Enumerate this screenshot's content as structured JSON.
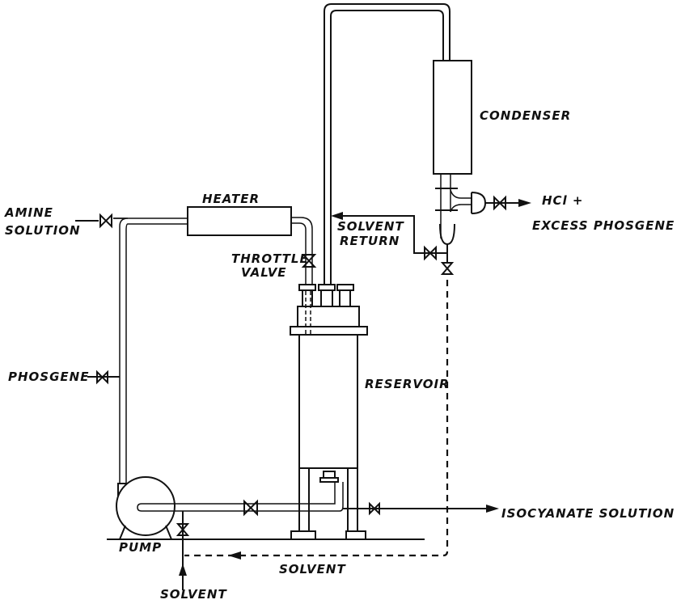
{
  "diagram": {
    "type": "process-flow",
    "labels": {
      "amine_line1": "AMINE",
      "amine_line2": "SOLUTION",
      "heater": "HEATER",
      "throttle_line1": "THROTTLE",
      "throttle_line2": "VALVE",
      "solvent_return_line1": "SOLVENT",
      "solvent_return_line2": "RETURN",
      "condenser": "CONDENSER",
      "hcl_line1": "HCl +",
      "hcl_line2": "EXCESS PHOSGENE",
      "phosgene": "PHOSGENE",
      "reservoir": "RESERVOIR",
      "pump": "PUMP",
      "isocyanate": "ISOCYANATE SOLUTION",
      "solvent_recycle": "SOLVENT",
      "solvent_feed": "SOLVENT"
    },
    "components": [
      "heater",
      "throttle-valve",
      "condenser",
      "reservoir",
      "pump",
      "gas-separator"
    ],
    "streams": [
      {
        "from": "amine-solution",
        "to": "heater"
      },
      {
        "from": "phosgene",
        "to": "heater-feed-line"
      },
      {
        "from": "heater",
        "to": "reservoir",
        "via": "throttle-valve"
      },
      {
        "from": "reservoir",
        "to": "condenser"
      },
      {
        "from": "condenser",
        "to": "hcl-excess-phosgene"
      },
      {
        "from": "condenser",
        "to": "reservoir",
        "name": "solvent-return"
      },
      {
        "from": "condenser",
        "to": "pump",
        "name": "solvent",
        "style": "dashed"
      },
      {
        "from": "solvent-feed",
        "to": "pump"
      },
      {
        "from": "pump",
        "to": "reservoir"
      },
      {
        "from": "reservoir",
        "to": "isocyanate-solution"
      }
    ]
  }
}
